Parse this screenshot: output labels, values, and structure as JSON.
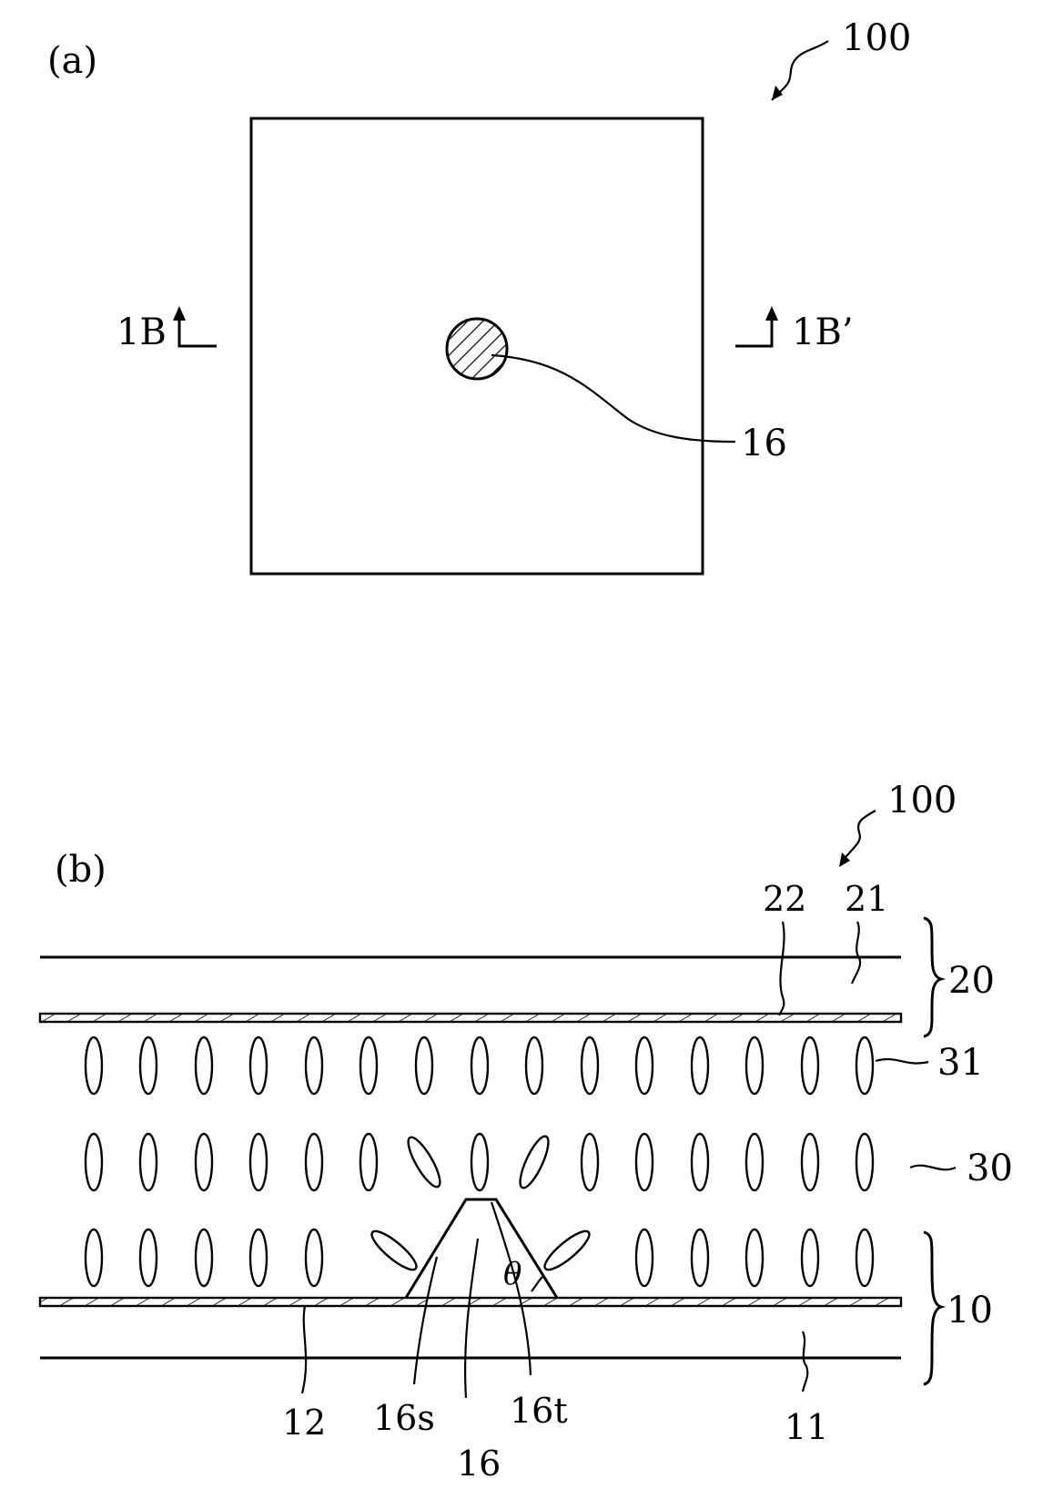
{
  "figure_a": {
    "panel_label": "(a)",
    "ref_device": "100",
    "section_left": "1B",
    "section_right": "1B’",
    "ref_protrusion": "16"
  },
  "figure_b": {
    "panel_label": "(b)",
    "ref_device": "100",
    "ref_upper_substrate": "20",
    "ref_upper_plate": "21",
    "ref_upper_film": "22",
    "ref_lc_molecule": "31",
    "ref_lc_layer": "30",
    "ref_lower_substrate": "10",
    "ref_lower_plate": "11",
    "ref_lower_film": "12",
    "ref_protrusion_side": "16s",
    "ref_protrusion": "16",
    "ref_protrusion_top": "16t",
    "angle_symbol": "θ"
  }
}
